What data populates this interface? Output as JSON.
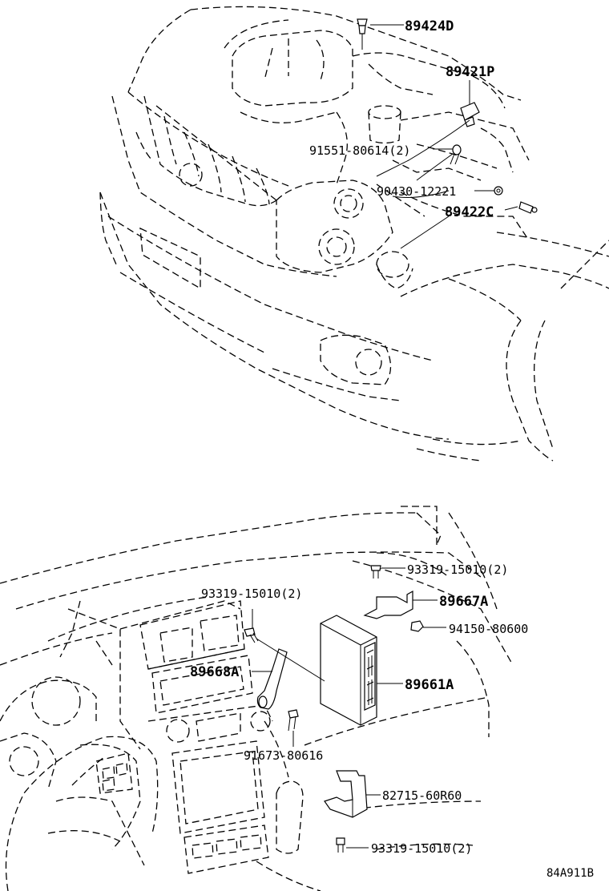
{
  "diagram": {
    "callouts_top": [
      {
        "id": "89424D",
        "text": "89424D"
      },
      {
        "id": "89421P",
        "text": "89421P"
      },
      {
        "id": "91551-80614",
        "text": "91551-80614(2)"
      },
      {
        "id": "90430-12221",
        "text": "90430-12221"
      },
      {
        "id": "89422C",
        "text": "89422C"
      }
    ],
    "callouts_bottom": [
      {
        "id": "93319-15010-top",
        "text": "93319-15010(2)"
      },
      {
        "id": "89667A",
        "text": "89667A"
      },
      {
        "id": "94150-80600",
        "text": "94150-80600"
      },
      {
        "id": "93319-15010-left",
        "text": "93319-15010(2)"
      },
      {
        "id": "89668A",
        "text": "89668A"
      },
      {
        "id": "89661A",
        "text": "89661A"
      },
      {
        "id": "91673-80616",
        "text": "91673-80616"
      },
      {
        "id": "82715-60R60",
        "text": "82715-60R60"
      },
      {
        "id": "93319-15010-bottom",
        "text": "93319-15010(2)"
      }
    ],
    "figure_code": "84A911B"
  }
}
